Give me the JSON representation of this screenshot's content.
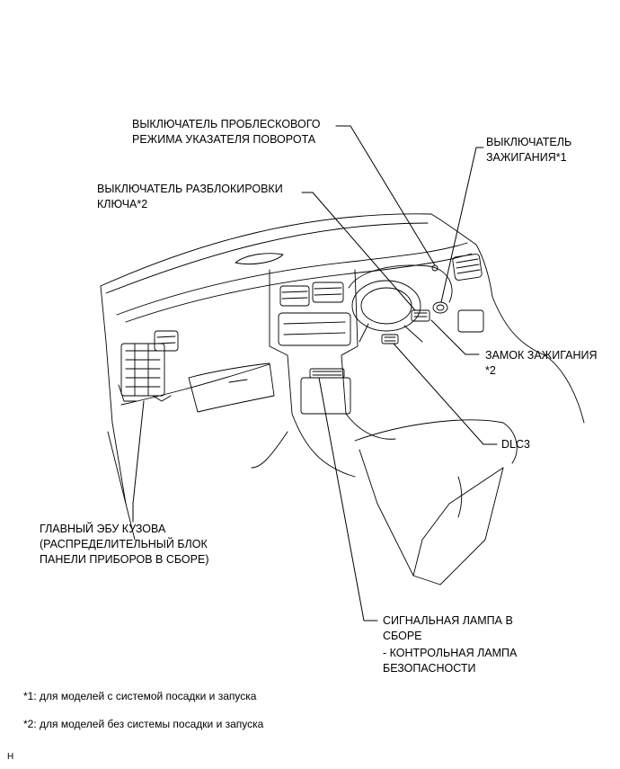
{
  "labels": {
    "hazard_switch": [
      "ВЫКЛЮЧАТЕЛЬ ПРОБЛЕСКОВОГО",
      "РЕЖИМА УКАЗАТЕЛЯ ПОВОРОТА"
    ],
    "ignition_switch": [
      "ВЫКЛЮЧАТЕЛЬ",
      "ЗАЖИГАНИЯ*1"
    ],
    "key_unlock_switch": [
      "ВЫКЛЮЧАТЕЛЬ РАЗБЛОКИРОВКИ",
      "КЛЮЧА*2"
    ],
    "ignition_lock": [
      "ЗАМОК ЗАЖИГАНИЯ",
      "*2"
    ],
    "dlc3": "DLC3",
    "main_body_ecu": [
      "ГЛАВНЫЙ ЭБУ КУЗОВА",
      "(РАСПРЕДЕЛИТЕЛЬНЫЙ БЛОК",
      "ПАНЕЛИ ПРИБОРОВ В СБОРЕ)"
    ],
    "indicator_lamp": [
      "СИГНАЛЬНАЯ ЛАМПА В",
      "СБОРЕ"
    ],
    "security_lamp": [
      "- КОНТРОЛЬНАЯ ЛАМПА",
      "БЕЗОПАСНОСТИ"
    ]
  },
  "notes": {
    "note1": "*1: для моделей с системой посадки и запуска",
    "note2": "*2: для моделей без системы посадки и запуска"
  },
  "corner_mark": "H"
}
